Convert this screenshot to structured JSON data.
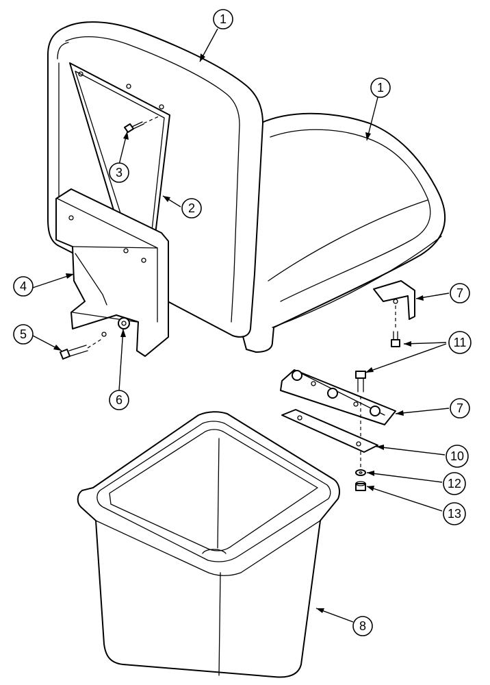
{
  "callouts": [
    {
      "id": "c1a",
      "label": "1"
    },
    {
      "id": "c1b",
      "label": "1"
    },
    {
      "id": "c2",
      "label": "2"
    },
    {
      "id": "c3",
      "label": "3"
    },
    {
      "id": "c4",
      "label": "4"
    },
    {
      "id": "c5",
      "label": "5"
    },
    {
      "id": "c6",
      "label": "6"
    },
    {
      "id": "c7a",
      "label": "7"
    },
    {
      "id": "c11",
      "label": "11"
    },
    {
      "id": "c7b",
      "label": "7"
    },
    {
      "id": "c10",
      "label": "10"
    },
    {
      "id": "c12",
      "label": "12"
    },
    {
      "id": "c13",
      "label": "13"
    },
    {
      "id": "c8",
      "label": "8"
    }
  ]
}
